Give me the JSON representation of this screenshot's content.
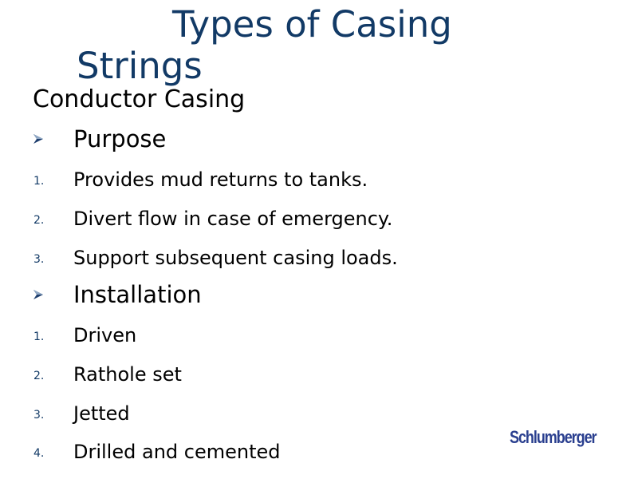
{
  "slide": {
    "title_line_1": "Types of Casing",
    "title_line_2": "Strings",
    "subtitle": "Conductor Casing",
    "sections": [
      {
        "heading": "Purpose",
        "bullet_icon": "arrow-bullet-icon",
        "items": [
          {
            "number": "1.",
            "text": "Provides mud returns to tanks."
          },
          {
            "number": "2.",
            "text": "Divert flow in case of emergency."
          },
          {
            "number": "3.",
            "text": "Support subsequent casing loads."
          }
        ]
      },
      {
        "heading": "Installation",
        "bullet_icon": "arrow-bullet-icon",
        "items": [
          {
            "number": "1.",
            "text": "Driven"
          },
          {
            "number": "2.",
            "text": "Rathole set"
          },
          {
            "number": "3.",
            "text": "Jetted"
          },
          {
            "number": "4.",
            "text": "Drilled and cemented"
          }
        ]
      }
    ],
    "logo_text": "Schlumberger"
  },
  "colors": {
    "title": "#123a66",
    "numbering": "#123a66",
    "body_text": "#000000",
    "logo": "#2a3f8f",
    "background": "#ffffff"
  }
}
